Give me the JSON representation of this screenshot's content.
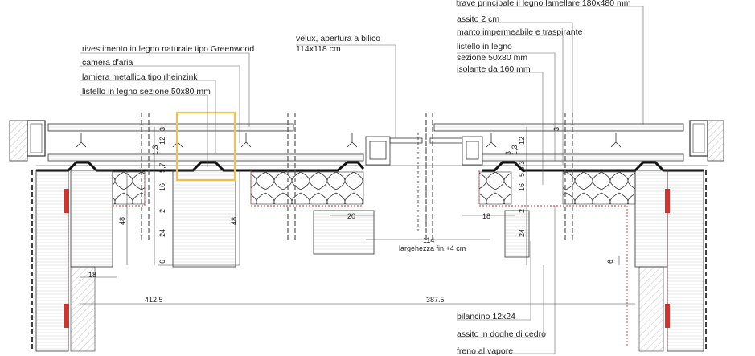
{
  "annotations": {
    "trave": "trave principale il legno lamellare 180x480 mm",
    "assito": "assito 2 cm",
    "manto": "manto impermeabile e traspirante",
    "listello1": "listello in legno",
    "listello2": "sezione 50x80 mm",
    "isolante": "isolante da 160 mm",
    "rivestimento": "rivestimento in legno naturale tipo Greenwood",
    "camera": "camera d'aria",
    "lamiera": "lamiera metallica tipo rheinzink",
    "listello_sez": "listello in legno sezione 50x80 mm",
    "velux1": "velux, apertura a bilico",
    "velux2": "114x118 cm",
    "bilancino": "bilancino 12x24",
    "assito_cedro": "assito in doghe di cedro",
    "freno": "freno al vapore"
  },
  "dimensions": {
    "d3_left": "3",
    "d12_left": "12",
    "d13_left": "1,3",
    "d57_left": "5,7",
    "d16_left": "16",
    "d2_left": "2",
    "d24_left": "24",
    "d6_left": "6",
    "d48_a": "48",
    "d48_b": "48",
    "d18_left": "18",
    "d20": "20",
    "d114": "114",
    "largh": "largehezza fin.+4 cm",
    "d18_right": "18",
    "d3_right": "3",
    "d12_right": "12",
    "d13_right": "1,3",
    "d3_right2": "3",
    "d63": "5,6,3",
    "d16_right": "16",
    "d2_right": "2",
    "d24_right": "24",
    "d6_right": "6",
    "d4125": "412.5",
    "d3875": "387.5"
  },
  "colors": {
    "line": "#333333",
    "highlight": "#f5c04a",
    "vapor": "#d0342c",
    "hatch": "#666666"
  }
}
